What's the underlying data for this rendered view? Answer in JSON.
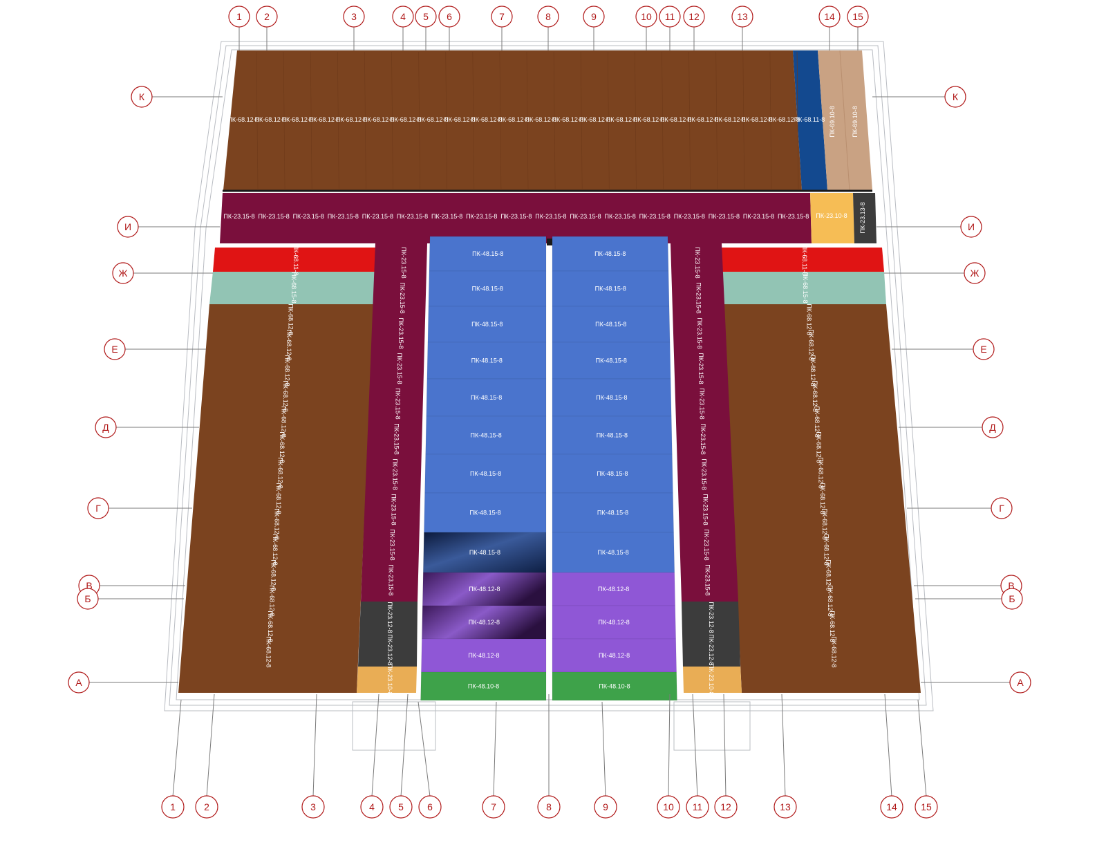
{
  "colors": {
    "brown": "#7b431f",
    "maroon": "#7a0f3c",
    "blue": "#4a74cd",
    "purple": "#8f57d6",
    "green": "#3ea24a",
    "red": "#e01414",
    "teal": "#92c4b4",
    "navy": "#13498f",
    "tan": "#c9a283",
    "orange": "#f6bd55",
    "dark": "#3c3c3c",
    "sand": "#e9ad55",
    "axis_red": "#b01818"
  },
  "axes": {
    "top": [
      "1",
      "2",
      "3",
      "4",
      "5",
      "6",
      "7",
      "8",
      "9",
      "10",
      "11",
      "12",
      "13",
      "14",
      "15"
    ],
    "bottom": [
      "1",
      "2",
      "3",
      "4",
      "5",
      "6",
      "7",
      "8",
      "9",
      "10",
      "11",
      "12",
      "13",
      "14",
      "15"
    ],
    "rows": [
      "К",
      "И",
      "Ж",
      "Е",
      "Д",
      "Г",
      "В",
      "Б",
      "А"
    ]
  },
  "slabs": {
    "top_band": "ПК-68.12-8",
    "top_navy": "ПК-68.11-8",
    "top_tan_1": "ПК-69.10-8",
    "top_tan_2": "ПК-69.10-8",
    "mid_band": "ПК-23.15-8",
    "mid_orange": "ПК-23.10-8",
    "mid_dark": "ПК-23.13-8",
    "wing_red": "ПК-68.11-8",
    "wing_teal": "ПК-68.15-8",
    "wing_brown": "ПК-68.12-8",
    "corr_maroon": "ПК-23.15-8",
    "corr_dark": "ПК-23.12-8",
    "corr_sand": "ПК-23.10-8",
    "center_blue": "ПК-48.15-8",
    "center_purple": "ПК-48.12-8",
    "center_green": "ПК-48.10-8"
  }
}
